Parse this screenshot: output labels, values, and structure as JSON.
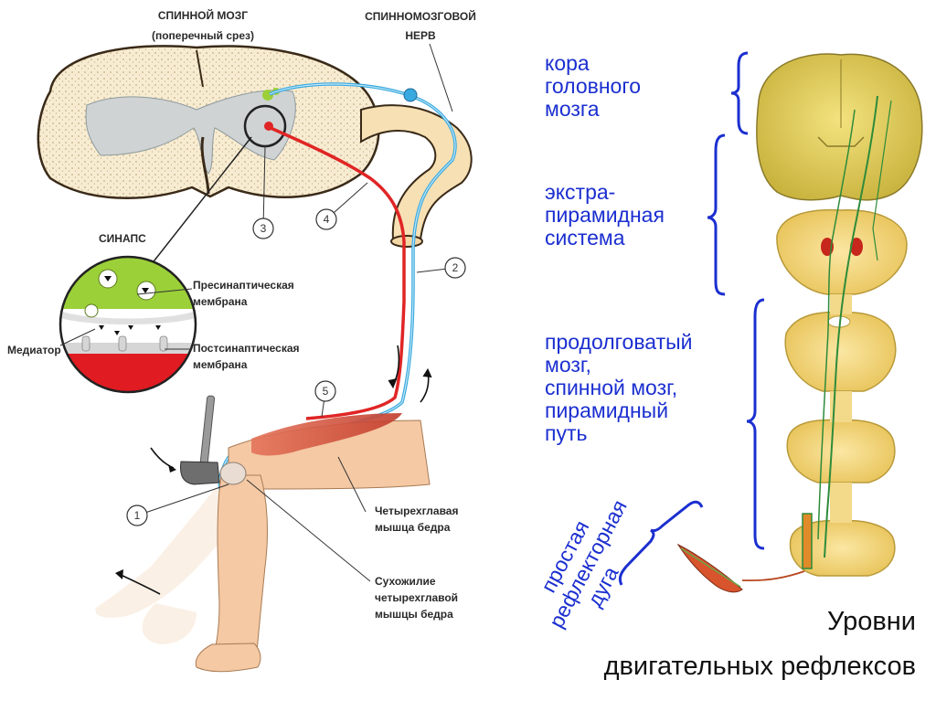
{
  "left_diagram": {
    "title": "СПИННОЙ МОЗГ",
    "subtitle": "(поперечный срез)",
    "nerve_label_line1": "СПИННОМОЗГОВОЙ",
    "nerve_label_line2": "НЕРВ",
    "synapse_label": "СИНАПС",
    "presynaptic_line1": "Пресинаптическая",
    "presynaptic_line2": "мембрана",
    "mediator": "Медиатор",
    "postsynaptic_line1": "Постсинаптическая",
    "postsynaptic_line2": "мембрана",
    "muscle_line1": "Четырехглавая",
    "muscle_line2": "мышца бедра",
    "tendon_line1": "Сухожилие",
    "tendon_line2": "четырехглавой",
    "tendon_line3": "мышцы бедра",
    "markers": [
      "1",
      "2",
      "3",
      "4",
      "5"
    ]
  },
  "right_diagram": {
    "cortex_line1": "кора",
    "cortex_line2": "головного",
    "cortex_line3": "мозга",
    "extra_line1": "экстра-",
    "extra_line2": "пирамидная",
    "extra_line3": "система",
    "medulla_line1": "продолговатый",
    "medulla_line2": "мозг,",
    "medulla_line3": "спинной мозг,",
    "medulla_line4": "пирамидный",
    "medulla_line5": "путь",
    "arc_line1": "простая",
    "arc_line2": "рефлекторная",
    "arc_line3": "дуга"
  },
  "caption": {
    "line1": "Уровни",
    "line2": "двигательных рефлексов"
  },
  "colors": {
    "label_blue": "#1b2fd0",
    "nerve_blue": "#39a9e0",
    "nerve_red": "#e02525",
    "nerve_green": "#2e8b3a",
    "tissue_beige": "#f6e6c4",
    "brain_yellow": "#e9d468"
  }
}
